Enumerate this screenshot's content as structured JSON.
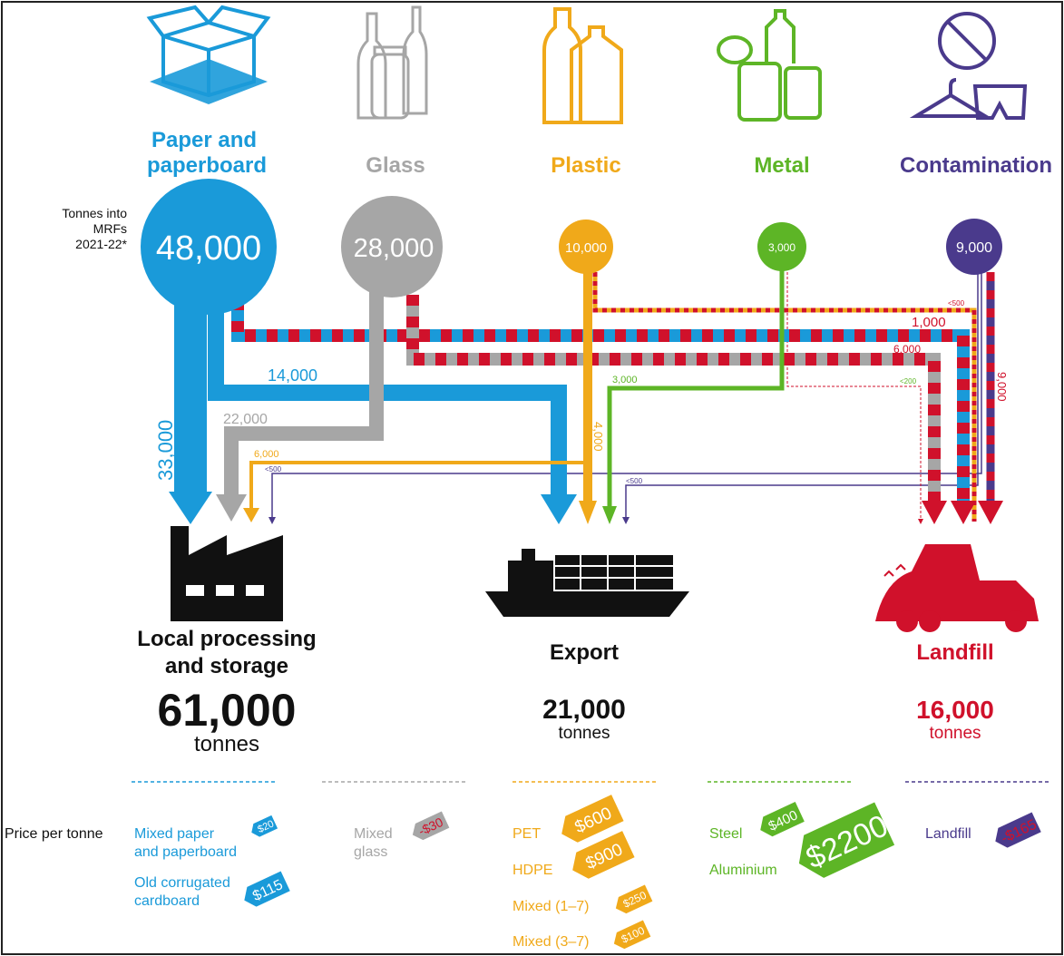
{
  "colors": {
    "paper": "#1a9ad9",
    "glass": "#a6a6a6",
    "plastic": "#f0a91a",
    "metal": "#5db526",
    "contamination": "#4a3a8c",
    "landfill": "#d0112b",
    "dark": "#111111"
  },
  "categories": [
    {
      "label_line1": "Paper and",
      "label_line2": "paperboard",
      "tonnes": "48,000",
      "icon": "box-icon"
    },
    {
      "label": "Glass",
      "tonnes": "28,000",
      "icon": "bottles-icon"
    },
    {
      "label": "Plastic",
      "tonnes": "10,000",
      "icon": "plastic-bottles-icon"
    },
    {
      "label": "Metal",
      "tonnes": "3,000",
      "icon": "cans-icon"
    },
    {
      "label": "Contamination",
      "tonnes": "9,000",
      "icon": "contamination-icon"
    }
  ],
  "tonnes_label": {
    "line1": "Tonnes into",
    "line2": "MRFs",
    "line3": "2021-22*"
  },
  "flows": {
    "paper_local": "33,000",
    "paper_export": "14,000",
    "paper_landfill": "1,000",
    "glass_local": "22,000",
    "glass_landfill": "6,000",
    "plastic_local": "6,000",
    "plastic_export": "4,000",
    "plastic_landfill": "<500",
    "metal_export": "3,000",
    "metal_landfill": "<200",
    "contam_landfill": "9,000",
    "contam_local": "<500",
    "contam_export": "<500"
  },
  "destinations": [
    {
      "line1": "Local processing",
      "line2": "and storage",
      "total": "61,000",
      "unit": "tonnes",
      "icon": "factory-icon"
    },
    {
      "line1": "Export",
      "total": "21,000",
      "unit": "tonnes",
      "icon": "ship-icon"
    },
    {
      "line1": "Landfill",
      "total": "16,000",
      "unit": "tonnes",
      "icon": "dump-truck-icon"
    }
  ],
  "prices": {
    "heading": "Price per tonne",
    "paper": [
      {
        "line1": "Mixed paper",
        "line2": "and paperboard",
        "price": "$20"
      },
      {
        "line1": "Old corrugated",
        "line2": "cardboard",
        "price": "$115"
      }
    ],
    "glass": [
      {
        "line1": "Mixed",
        "line2": "glass",
        "price": "-$30"
      }
    ],
    "plastic": [
      {
        "label": "PET",
        "price": "$600"
      },
      {
        "label": "HDPE",
        "price": "$900"
      },
      {
        "label": "Mixed (1–7)",
        "price": "$250"
      },
      {
        "label": "Mixed (3–7)",
        "price": "$100"
      }
    ],
    "metal": [
      {
        "label": "Steel",
        "price": "$400"
      },
      {
        "label": "Aluminium",
        "price": "$2200"
      }
    ],
    "landfill": [
      {
        "label": "Landfill",
        "price": "-$165"
      }
    ]
  }
}
